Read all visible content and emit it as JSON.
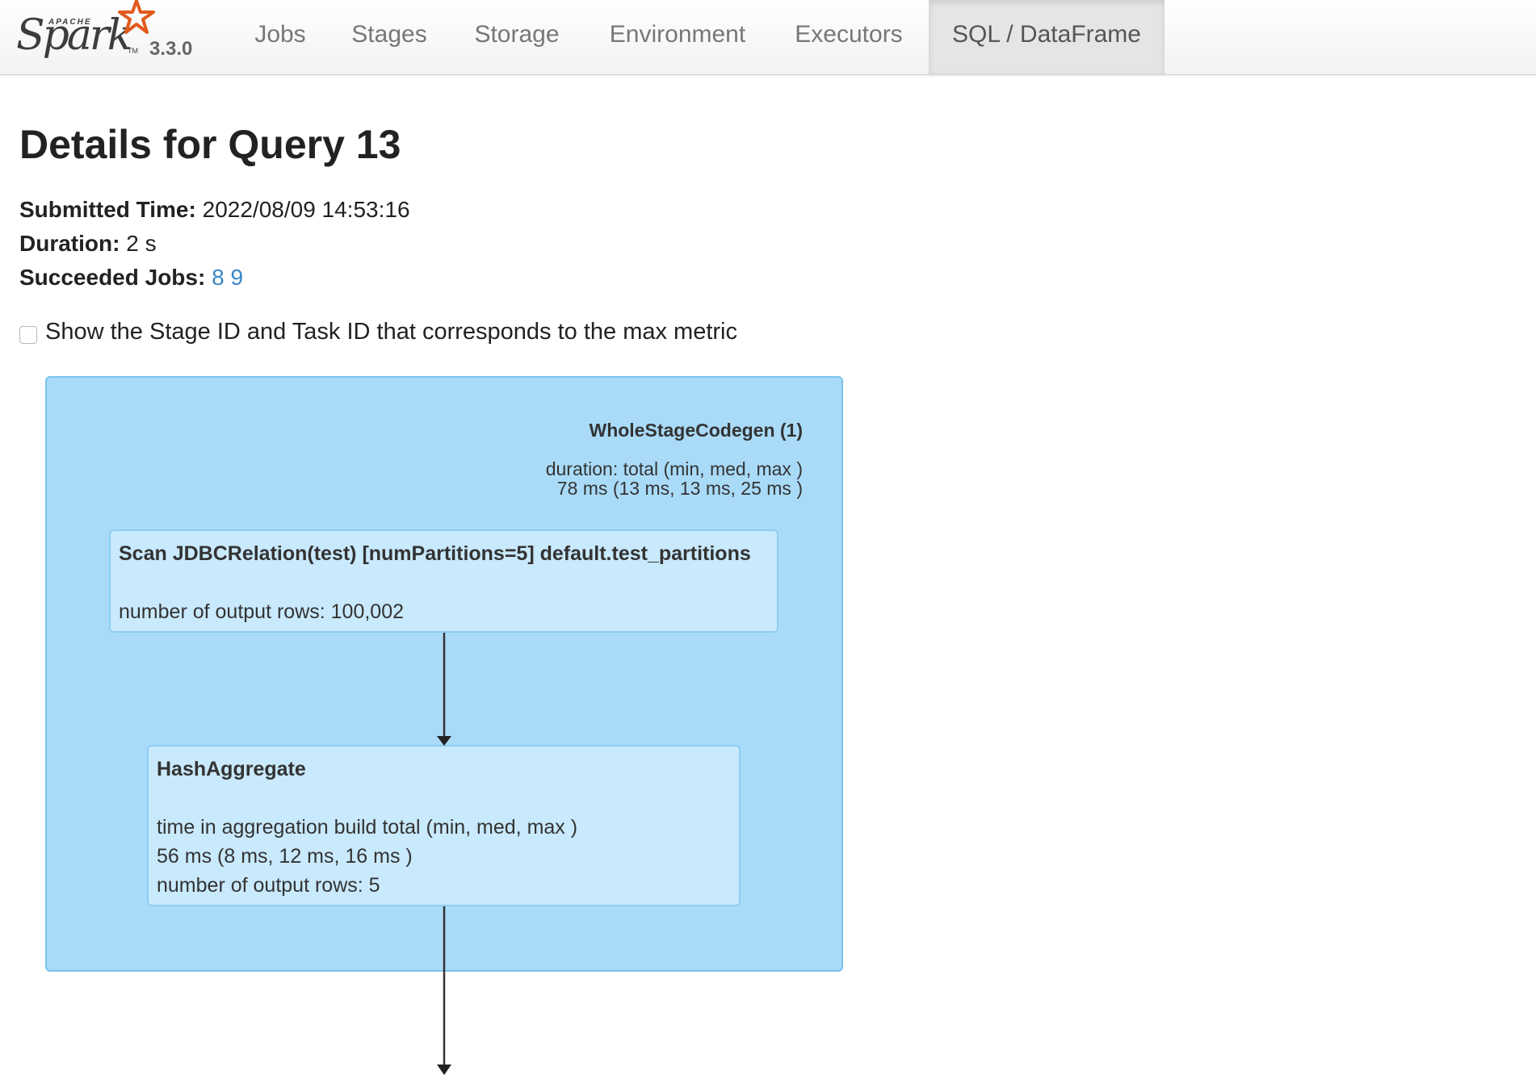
{
  "brand": {
    "apache_label": "APACHE",
    "name": "Spark",
    "trademark": "TM",
    "version": "3.3.0"
  },
  "nav": {
    "tabs": [
      {
        "label": "Jobs",
        "active": false
      },
      {
        "label": "Stages",
        "active": false
      },
      {
        "label": "Storage",
        "active": false
      },
      {
        "label": "Environment",
        "active": false
      },
      {
        "label": "Executors",
        "active": false
      },
      {
        "label": "SQL / DataFrame",
        "active": true
      }
    ]
  },
  "page": {
    "title": "Details for Query 13",
    "submitted_label": "Submitted Time:",
    "submitted_value": "2022/08/09 14:53:16",
    "duration_label": "Duration:",
    "duration_value": "2 s",
    "succeeded_label": "Succeeded Jobs:",
    "succeeded_jobs": [
      "8",
      "9"
    ],
    "checkbox_label": "Show the Stage ID and Task ID that corresponds to the max metric",
    "checkbox_checked": false
  },
  "plan": {
    "cluster": {
      "title": "WholeStageCodegen (1)",
      "metric_line1": "duration: total (min, med, max )",
      "metric_line2": "78 ms (13 ms, 13 ms, 25 ms )"
    },
    "scan_node": {
      "title": "Scan JDBCRelation(test) [numPartitions=5] default.test_partitions",
      "metric_line1": "number of output rows: 100,002"
    },
    "hash_node": {
      "title": "HashAggregate",
      "metric_line1": "time in aggregation build total (min, med, max )",
      "metric_line2": "56 ms (8 ms, 12 ms, 16 ms )",
      "metric_line3": "number of output rows: 5"
    }
  },
  "colors": {
    "cluster_fill": "#a9dbf8",
    "node_fill": "#c9e9fc",
    "link": "#3a87c8",
    "spark_star": "#e25a1c"
  }
}
